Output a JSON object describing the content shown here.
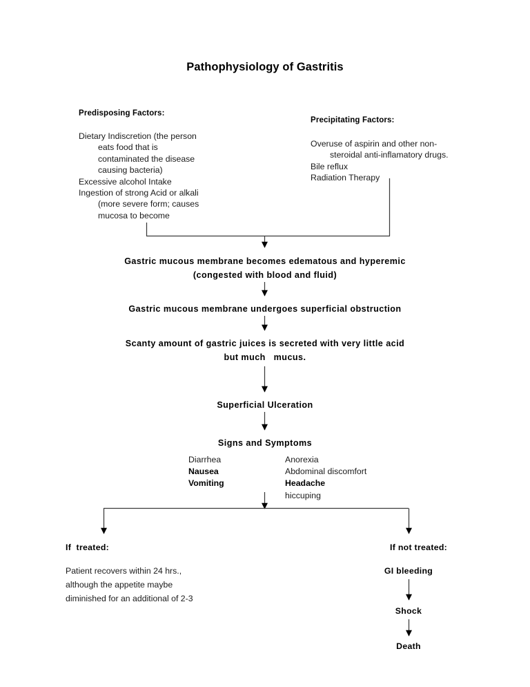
{
  "title": "Pathophysiology of Gastritis",
  "predisposing": {
    "heading": "Predisposing Factors:",
    "items": [
      "Dietary Indiscretion (the person",
      "eats food that is",
      "contaminated the disease",
      "causing bacteria)",
      "Excessive alcohol Intake",
      "Ingestion of strong Acid or alkali",
      "(more severe form; causes",
      "mucosa to become"
    ],
    "line1": "Dietary Indiscretion (the person",
    "line2": "eats food that is",
    "line3": "contaminated the disease",
    "line4": "causing bacteria)",
    "line5": "Excessive alcohol Intake",
    "line6": "Ingestion of strong Acid or alkali",
    "line7": "(more severe form; causes",
    "line8": "mucosa to become"
  },
  "precipitating": {
    "heading": "Precipitating Factors:",
    "line1": "Overuse of aspirin and other non-",
    "line2": "steroidal anti-inflamatory drugs.",
    "line3": "Bile reflux",
    "line4": "Radiation Therapy"
  },
  "flow": {
    "edematous": "Gastric mucous membrane becomes edematous and hyperemic\n(congested with blood and fluid)",
    "obstruction": "Gastric mucous membrane undergoes superficial obstruction",
    "scanty": "Scanty amount of gastric juices is secreted with very little acid\nbut much   mucus.",
    "ulceration": "Superficial Ulceration",
    "signs": "Signs and Symptoms"
  },
  "symptoms": {
    "left": [
      {
        "text": "Diarrhea",
        "bold": false
      },
      {
        "text": "Nausea",
        "bold": true
      },
      {
        "text": "Vomiting",
        "bold": true
      }
    ],
    "right": [
      {
        "text": "Anorexia",
        "bold": false
      },
      {
        "text": "Abdominal discomfort",
        "bold": false
      },
      {
        "text": "Headache",
        "bold": true
      },
      {
        "text": "hiccuping",
        "bold": false
      }
    ],
    "l1": "Diarrhea",
    "l2": "Nausea",
    "l3": "Vomiting",
    "r1": "Anorexia",
    "r2": "Abdominal discomfort",
    "r3": "Headache",
    "r4": "hiccuping"
  },
  "outcomes": {
    "treated_heading": "If  treated:",
    "treated_line1": "Patient recovers within 24 hrs.,",
    "treated_line2": "although the appetite maybe",
    "treated_line3": "diminished  for an additional of 2-3",
    "not_treated_heading": "If not treated:",
    "gi_bleeding": "GI bleeding",
    "shock": "Shock",
    "death": "Death"
  },
  "colors": {
    "background": "#ffffff",
    "text": "#000000",
    "body_text": "#1a1a1a",
    "connector": "#3a3a3a"
  }
}
